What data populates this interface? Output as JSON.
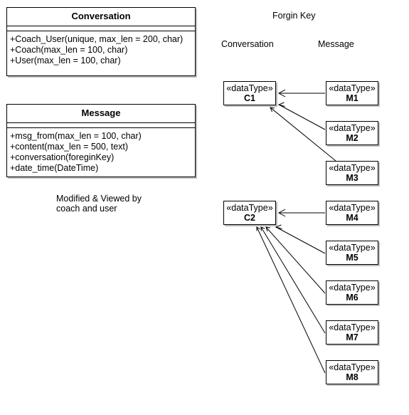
{
  "classes": {
    "conversation": {
      "title": "Conversation",
      "attributes": [
        "+Coach_User(unique, max_len = 200, char)",
        "+Coach(max_len = 100, char)",
        "+User(max_len = 100, char)"
      ]
    },
    "message": {
      "title": "Message",
      "attributes": [
        "+msg_from(max_len = 100, char)",
        "+content(max_len = 500, text)",
        "+conversation(foreginKey)",
        "+date_time(DateTime)"
      ]
    }
  },
  "note": {
    "line1": "Modified & Viewed by",
    "line2": "coach and user"
  },
  "diagram": {
    "title": "Forgin Key",
    "left_header": "Conversation",
    "right_header": "Message",
    "stereotype": "«dataType»",
    "conversations": [
      "C1",
      "C2"
    ],
    "messages": [
      "M1",
      "M2",
      "M3",
      "M4",
      "M5",
      "M6",
      "M7",
      "M8"
    ],
    "links": [
      {
        "from": "M1",
        "to": "C1"
      },
      {
        "from": "M2",
        "to": "C1"
      },
      {
        "from": "M3",
        "to": "C1"
      },
      {
        "from": "M4",
        "to": "C2"
      },
      {
        "from": "M5",
        "to": "C2"
      },
      {
        "from": "M6",
        "to": "C2"
      },
      {
        "from": "M7",
        "to": "C2"
      },
      {
        "from": "M8",
        "to": "C2"
      }
    ]
  }
}
